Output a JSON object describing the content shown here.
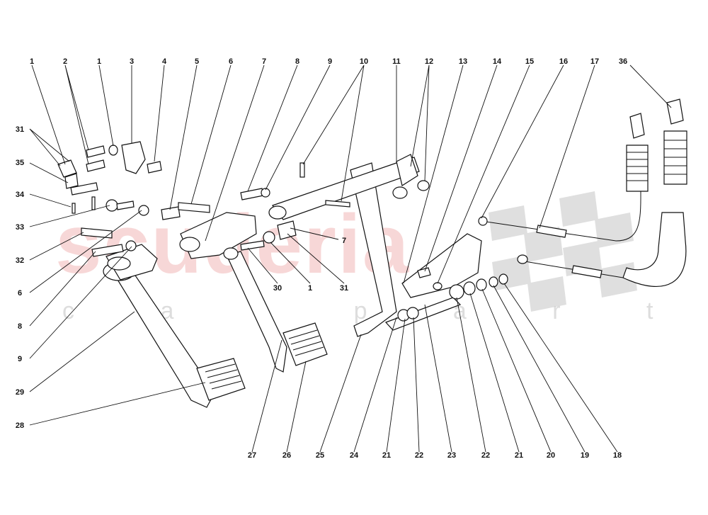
{
  "watermark": {
    "brand": "scuderia",
    "tagline": "c a r   p a r t s"
  },
  "callouts": {
    "top": [
      "1",
      "2",
      "1",
      "3",
      "4",
      "5",
      "6",
      "7",
      "8",
      "9",
      "10",
      "11",
      "12",
      "13",
      "14",
      "15",
      "16",
      "17",
      "36"
    ],
    "left": [
      "31",
      "35",
      "34",
      "33",
      "32",
      "6",
      "8",
      "9",
      "29",
      "28"
    ],
    "bottom": [
      "27",
      "26",
      "25",
      "24",
      "21",
      "22",
      "23",
      "22",
      "21",
      "20",
      "19",
      "18"
    ],
    "inner": [
      "7",
      "30",
      "1",
      "31"
    ]
  }
}
